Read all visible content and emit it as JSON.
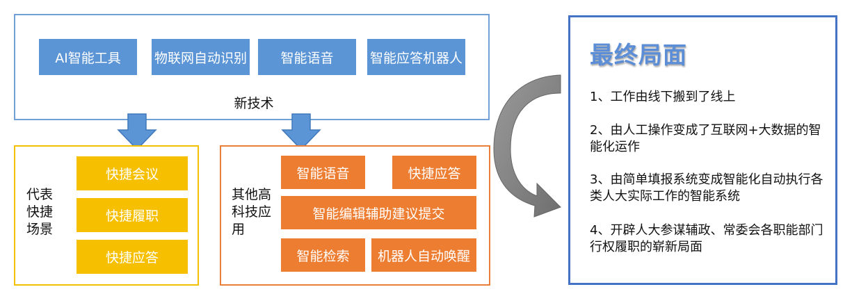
{
  "new_tech": {
    "label": "新技术",
    "items": [
      "AI智能工具",
      "物联网自动识别",
      "智能语音",
      "智能应答机器人"
    ]
  },
  "quick_scenes": {
    "label": "代表快捷场景",
    "items": [
      "快捷会议",
      "快捷履职",
      "快捷应答"
    ]
  },
  "other_apps": {
    "label": "其他高科技应用",
    "items": [
      "智能语音",
      "快捷应答",
      "智能编辑辅助建议提交",
      "智能检索",
      "机器人自动唤醒"
    ]
  },
  "final": {
    "title": "最终局面",
    "points": [
      "1、工作由线下搬到了线上",
      "2、由人工操作变成了互联网+大数据的智能化运作",
      "3、由简单填报系统变成智能化自动执行各类人大实际工作的智能系统",
      "4、开辟人大参谋辅政、常委会各职能部门行权履职的崭新局面"
    ]
  },
  "colors": {
    "tech_blue": "#5b95d6",
    "quick_yellow": "#f6c000",
    "app_orange": "#ed7d31",
    "final_border": "#4472c4",
    "arrow_gray": "#7f7f7f"
  }
}
